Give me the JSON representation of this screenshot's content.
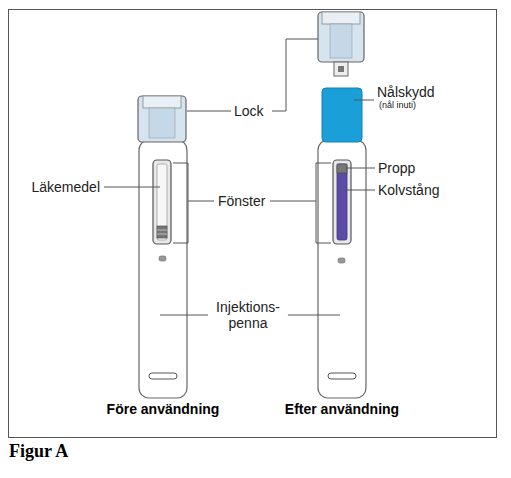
{
  "diagram": {
    "caption": "Figur A",
    "labels": [
      "Lock",
      "Nålskydd",
      "(nål inuti)",
      "Läkemedel",
      "Fönster",
      "Propp",
      "Kolvstång",
      "Injektions- penna",
      "Före användning",
      "Efter användning"
    ]
  }
}
